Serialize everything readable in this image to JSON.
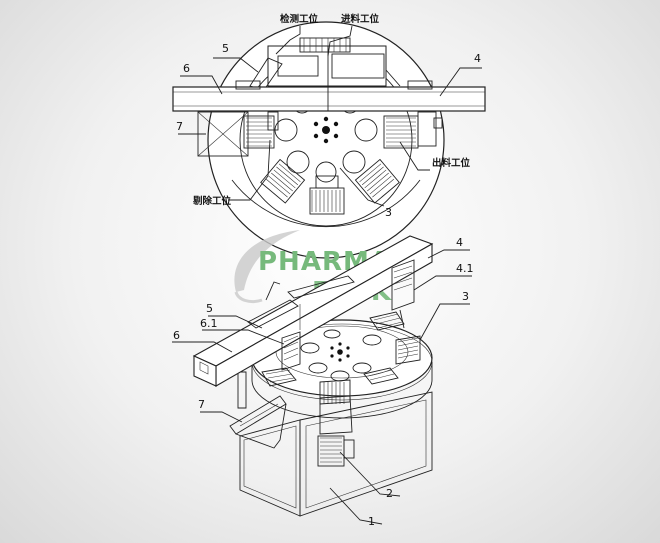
{
  "top_view": {
    "station_inspect": "检测工位",
    "station_feed": "进料工位",
    "station_output": "出料工位",
    "station_reject": "剔除工位",
    "labels": [
      "5",
      "6",
      "4",
      "7",
      "3"
    ]
  },
  "iso_view": {
    "labels": [
      "4",
      "4.1",
      "3",
      "5",
      "6.1",
      "6",
      "7",
      "2",
      "1"
    ]
  },
  "watermark": {
    "line1": "PHARMA",
    "line2": "PACK",
    "color": "#76b97b"
  }
}
